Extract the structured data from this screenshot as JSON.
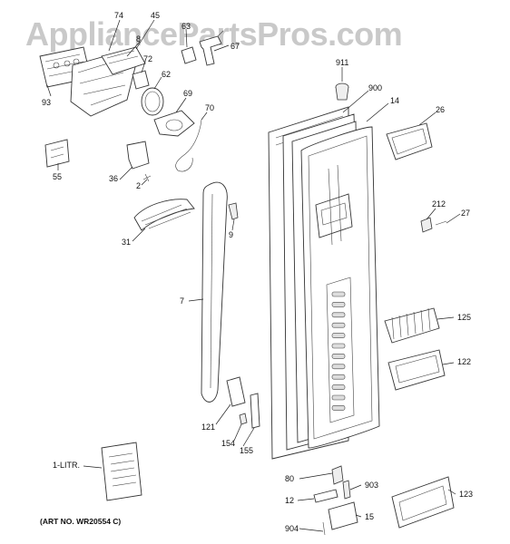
{
  "watermark": "AppliancePartsPros.com",
  "art_number": "(ART NO. WR20554 C)",
  "callouts": {
    "c74": "74",
    "c45": "45",
    "c8": "8",
    "c63": "63",
    "c67": "67",
    "c72": "72",
    "c62": "62",
    "c93": "93",
    "c69": "69",
    "c70": "70",
    "c911": "911",
    "c900": "900",
    "c14": "14",
    "c26": "26",
    "c55": "55",
    "c36": "36",
    "c2": "2",
    "c212": "212",
    "c27": "27",
    "c31": "31",
    "c9": "9",
    "c7": "7",
    "c125": "125",
    "c122": "122",
    "c121": "121",
    "c154": "154",
    "c155": "155",
    "c1litr": "1-LITR.",
    "c80": "80",
    "c903": "903",
    "c12": "12",
    "c15": "15",
    "c904": "904",
    "c123": "123"
  }
}
